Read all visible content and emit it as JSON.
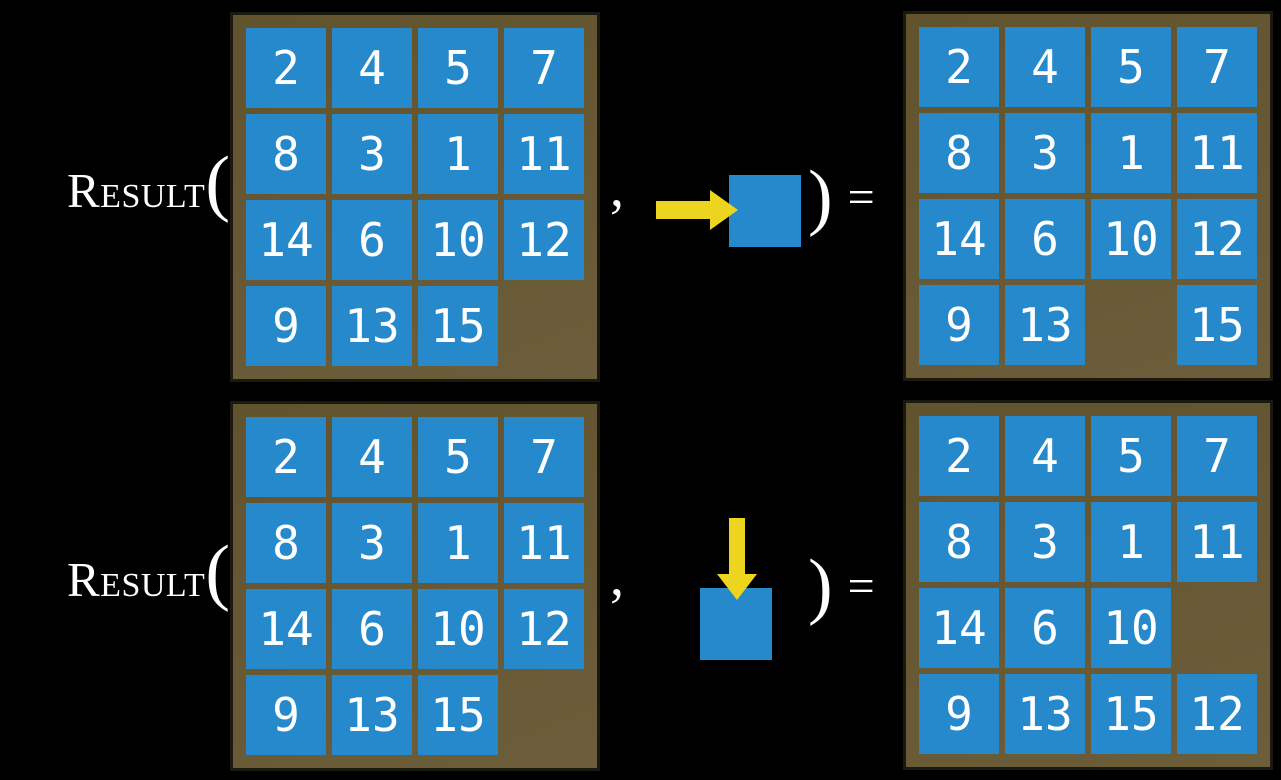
{
  "label": {
    "function_name": "Result",
    "open_paren": "(",
    "close_paren": ")",
    "comma": ",",
    "equals": "="
  },
  "colors": {
    "background": "#000000",
    "tile_blue": "#2589cb",
    "frame_brown": "#60532e",
    "frame_brown_light": "#6c5e3a",
    "arrow_yellow": "#edd41f",
    "number_white": "#ffffff"
  },
  "equations": [
    {
      "move": {
        "direction": "right",
        "icon": "right-arrow-icon"
      },
      "input_grid": [
        [
          "2",
          "4",
          "5",
          "7"
        ],
        [
          "8",
          "3",
          "1",
          "11"
        ],
        [
          "14",
          "6",
          "10",
          "12"
        ],
        [
          "9",
          "13",
          "15",
          ""
        ]
      ],
      "output_grid": [
        [
          "2",
          "4",
          "5",
          "7"
        ],
        [
          "8",
          "3",
          "1",
          "11"
        ],
        [
          "14",
          "6",
          "10",
          "12"
        ],
        [
          "9",
          "13",
          "",
          "15"
        ]
      ]
    },
    {
      "move": {
        "direction": "down",
        "icon": "down-arrow-icon"
      },
      "input_grid": [
        [
          "2",
          "4",
          "5",
          "7"
        ],
        [
          "8",
          "3",
          "1",
          "11"
        ],
        [
          "14",
          "6",
          "10",
          "12"
        ],
        [
          "9",
          "13",
          "15",
          ""
        ]
      ],
      "output_grid": [
        [
          "2",
          "4",
          "5",
          "7"
        ],
        [
          "8",
          "3",
          "1",
          "11"
        ],
        [
          "14",
          "6",
          "10",
          ""
        ],
        [
          "9",
          "13",
          "15",
          "12"
        ]
      ]
    }
  ]
}
